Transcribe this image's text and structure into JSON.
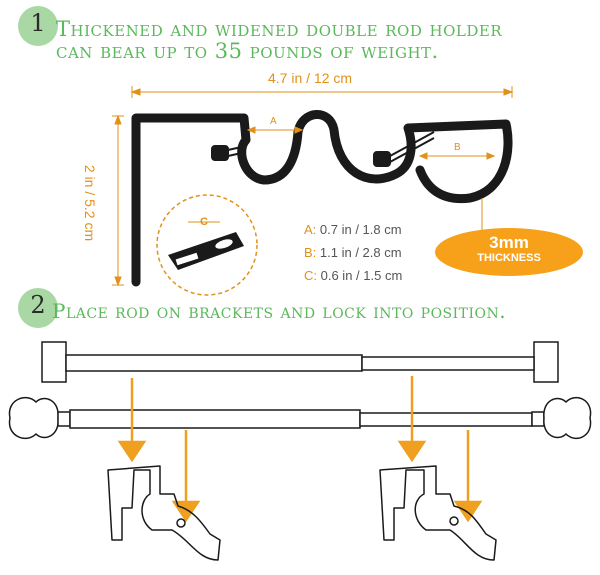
{
  "step1": {
    "number": "1",
    "line1": "Thickened and widened double rod holder",
    "line2": "can bear up to 35 pounds of weight."
  },
  "dimensions": {
    "width_label": "4.7 in / 12 cm",
    "height_label": "2 in / 5.2 cm",
    "label_a": "A",
    "label_b": "B",
    "label_c": "C"
  },
  "specs": [
    {
      "key": "A:",
      "value": "0.7 in / 1.8 cm"
    },
    {
      "key": "B:",
      "value": "1.1 in / 2.8 cm"
    },
    {
      "key": "C:",
      "value": "0.6 in / 1.5 cm"
    }
  ],
  "badge": {
    "main": "3mm",
    "sub": "THICKNESS"
  },
  "step2": {
    "number": "2",
    "line1": "Place rod on brackets and lock into position."
  },
  "colors": {
    "accent": "#e0911a",
    "green": "#5cb85c",
    "circle": "#a9d8a5",
    "badge": "#f7a11a"
  }
}
